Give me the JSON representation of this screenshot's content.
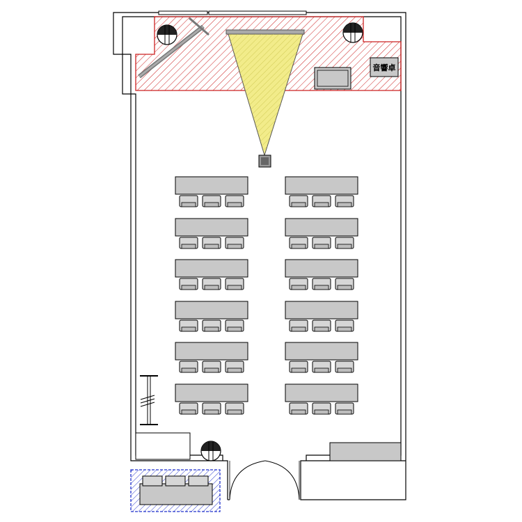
{
  "plan": {
    "mixer_label": "音響卓",
    "seating": {
      "columns": 2,
      "rows": 6,
      "seats_per_table": 3
    },
    "colors": {
      "stage_hatch": "#cc2222",
      "projection_cone": "#f2ec8a",
      "storage_hatch": "#2233cc",
      "equipment_fill": "#c8c8c8"
    },
    "icons": [
      "speaker-icon",
      "projector-icon",
      "projection-screen-icon",
      "door-swing-icon"
    ]
  }
}
